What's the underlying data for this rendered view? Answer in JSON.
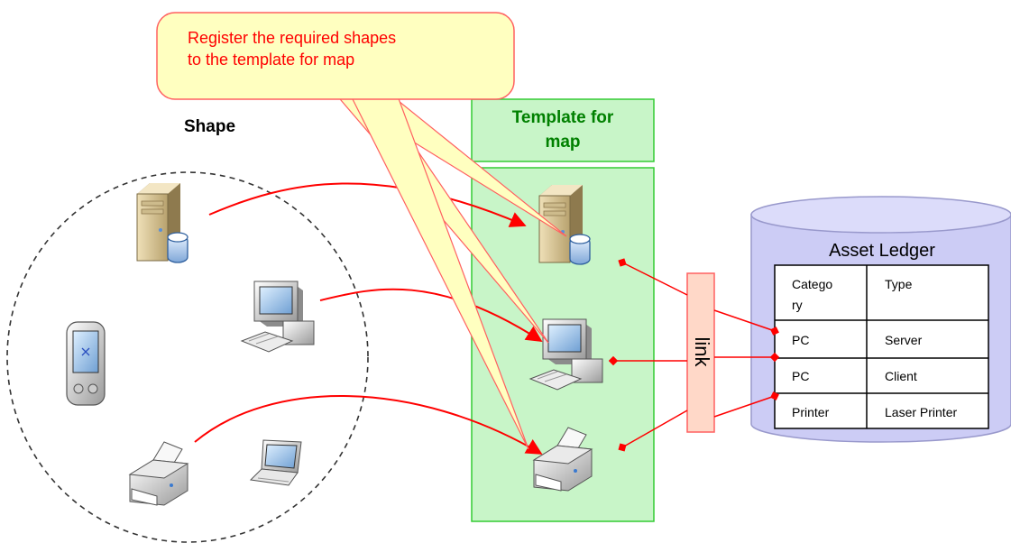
{
  "callout": {
    "line1": "Register the required shapes",
    "line2": "to the template for map"
  },
  "shape_group": {
    "title": "Shape",
    "icons": [
      "server-icon",
      "desktop-pc-icon",
      "pda-icon",
      "printer-icon",
      "laptop-icon"
    ]
  },
  "template": {
    "title_line1": "Template for",
    "title_line2": "map",
    "icons": [
      "server-icon",
      "desktop-pc-icon",
      "printer-icon"
    ]
  },
  "link": {
    "label": "link"
  },
  "ledger": {
    "title": "Asset Ledger",
    "headers": [
      "Catego\nry",
      "Type"
    ],
    "rows": [
      [
        "PC",
        "Server"
      ],
      [
        "PC",
        "Client"
      ],
      [
        "Printer",
        "Laser Printer"
      ]
    ]
  },
  "colors": {
    "connector": "#ff0000",
    "callout_text": "#ff0000",
    "callout_fill": "#ffffc0",
    "callout_stroke": "#ff6060",
    "template_fill": "#c8f5c8",
    "template_stroke": "#33cc33",
    "template_title": "#008000",
    "link_fill": "#ffd8c8",
    "link_stroke": "#ff6060",
    "db_fill": "#ccccf5",
    "db_stroke": "#9999cc"
  }
}
